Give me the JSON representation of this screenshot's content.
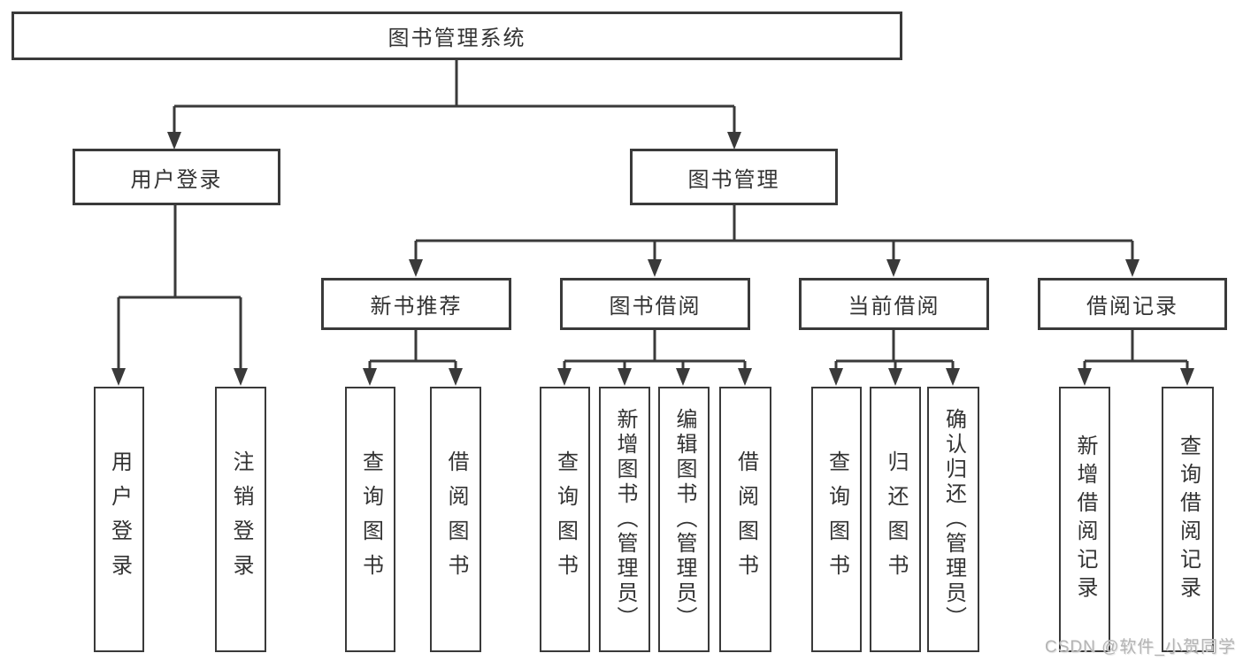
{
  "diagram": {
    "title": "图书管理系统",
    "root": {
      "label": "图书管理系统"
    },
    "branches": [
      {
        "label": "用户登录",
        "children": [
          {
            "label": "用户登录"
          },
          {
            "label": "注销登录"
          }
        ]
      },
      {
        "label": "图书管理",
        "children": [
          {
            "label": "新书推荐",
            "children": [
              {
                "label": "查询图书"
              },
              {
                "label": "借阅图书"
              }
            ]
          },
          {
            "label": "图书借阅",
            "children": [
              {
                "label": "查询图书"
              },
              {
                "label": "新增图书（管理员）"
              },
              {
                "label": "编辑图书（管理员）"
              },
              {
                "label": "借阅图书"
              }
            ]
          },
          {
            "label": "当前借阅",
            "children": [
              {
                "label": "查询图书"
              },
              {
                "label": "归还图书"
              },
              {
                "label": "确认归还（管理员）"
              }
            ]
          },
          {
            "label": "借阅记录",
            "children": [
              {
                "label": "新增借阅记录"
              },
              {
                "label": "查询借阅记录"
              }
            ]
          }
        ]
      }
    ]
  },
  "watermark": {
    "text": "CSDN @软件_小贺同学",
    "color": "#b4b4b4"
  },
  "colors": {
    "line": "#3a3a3a",
    "box_border": "#3a3a3a",
    "text": "#333333",
    "background": "#ffffff"
  }
}
